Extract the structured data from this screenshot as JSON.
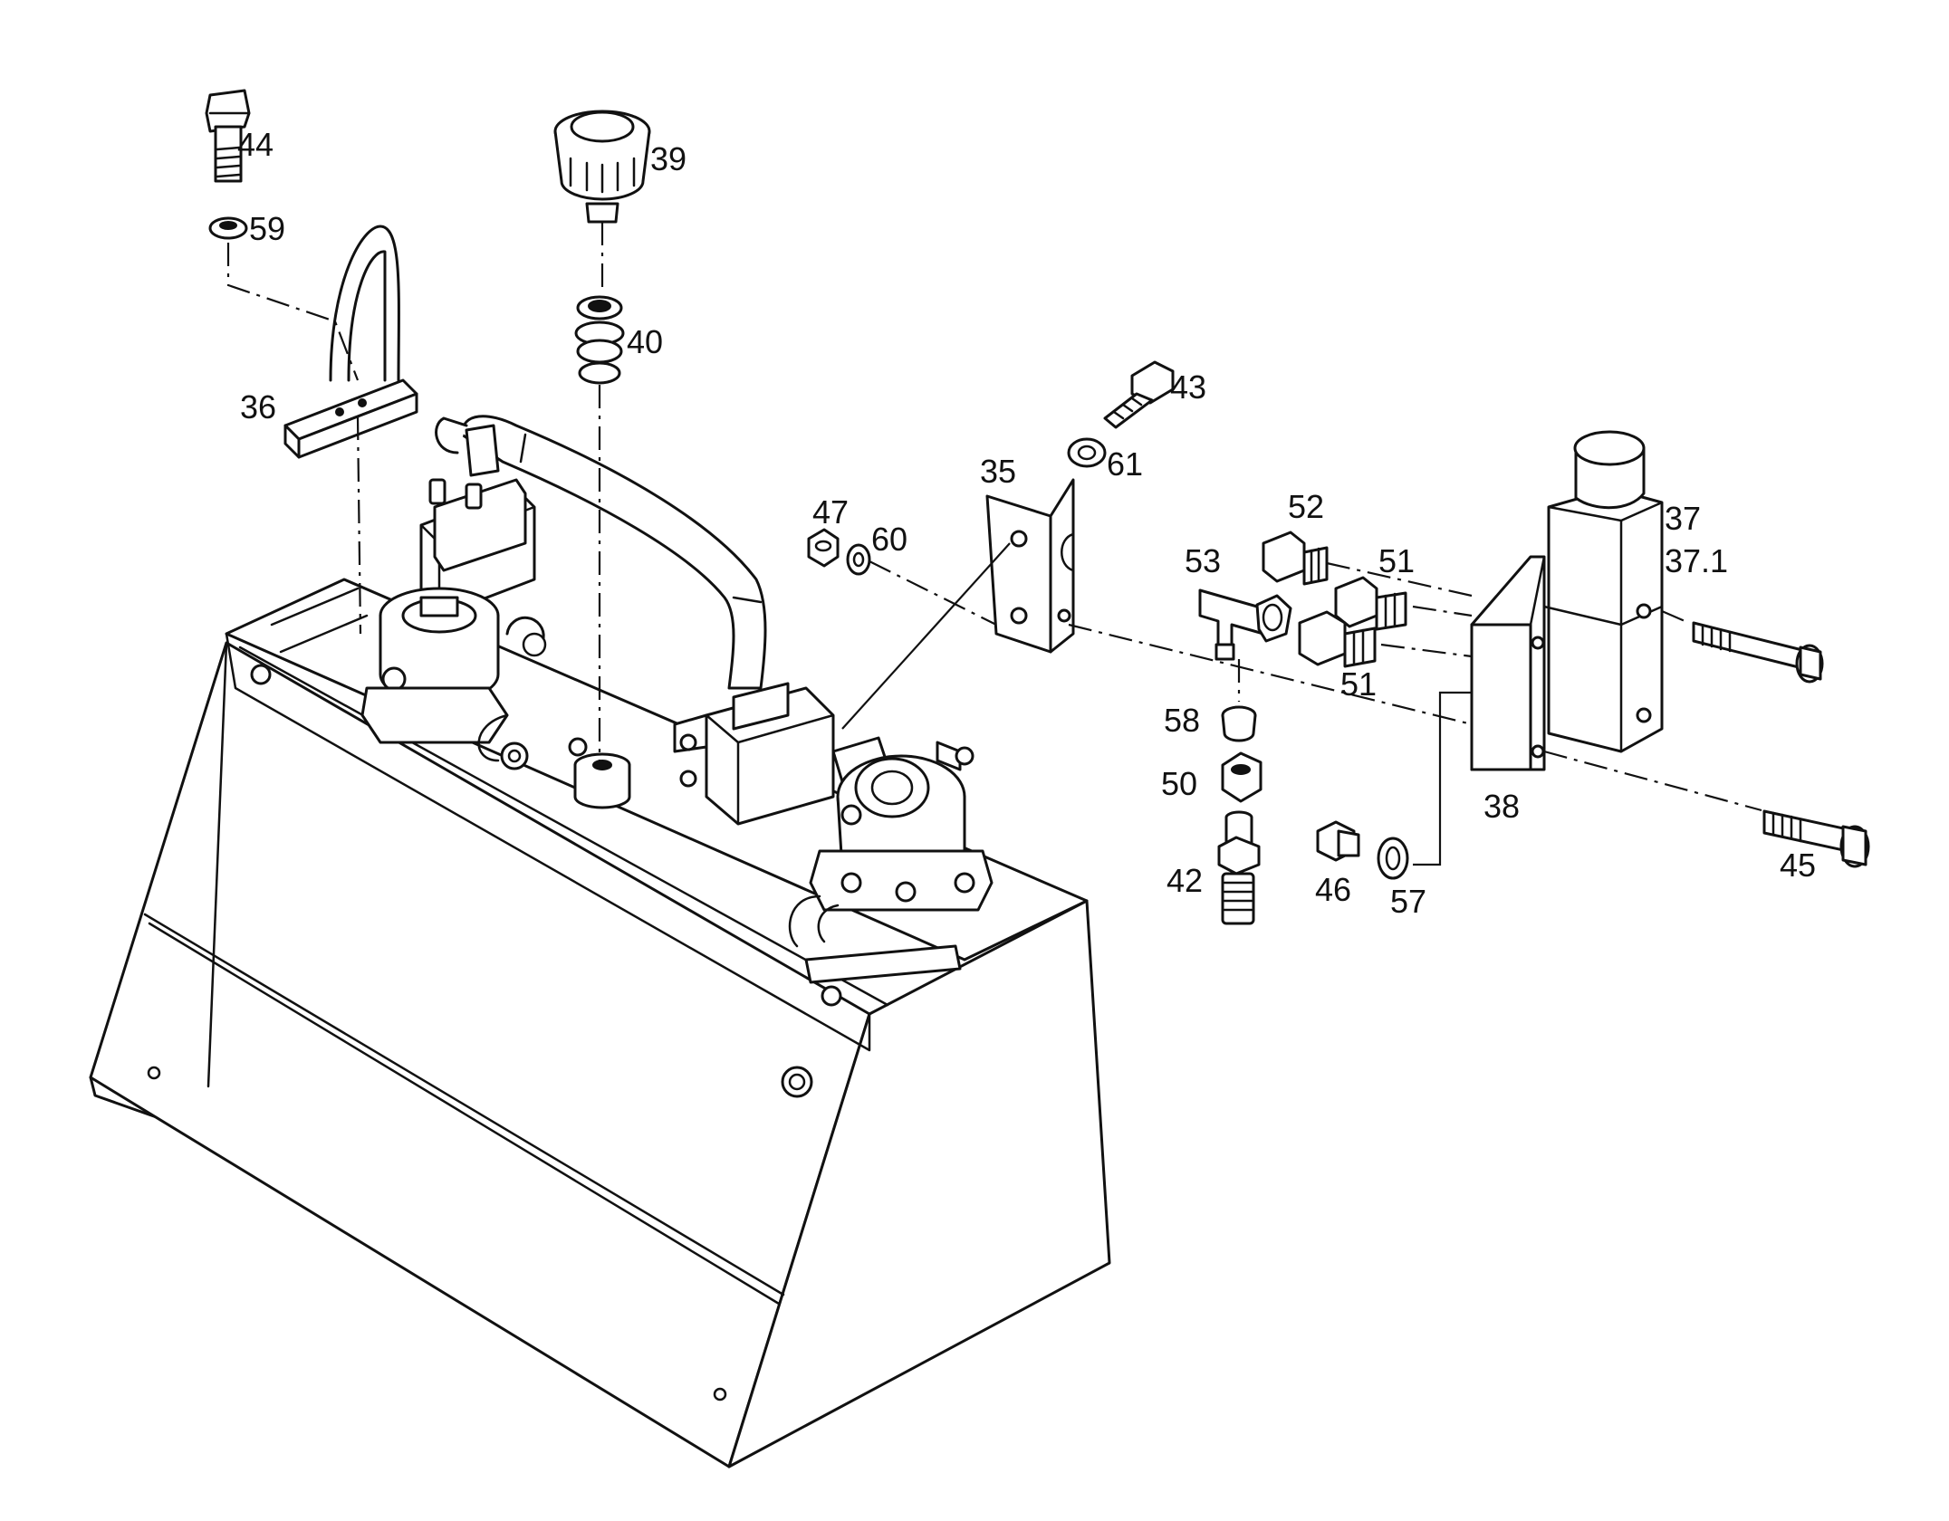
{
  "callouts": {
    "p35": "35",
    "p36": "36",
    "p37": "37",
    "p37_1": "37.1",
    "p38": "38",
    "p39": "39",
    "p40": "40",
    "p42": "42",
    "p43": "43",
    "p44": "44",
    "p45": "45",
    "p46": "46",
    "p47": "47",
    "p50": "50",
    "p51a": "51",
    "p51b": "51",
    "p52": "52",
    "p53": "53",
    "p57": "57",
    "p58": "58",
    "p59": "59",
    "p60": "60",
    "p61": "61"
  }
}
